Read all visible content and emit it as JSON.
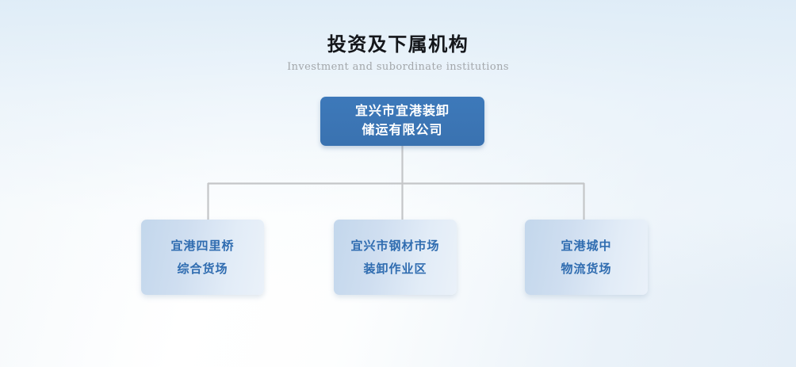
{
  "header": {
    "title": "投资及下属机构",
    "subtitle": "Investment and subordinate institutions"
  },
  "org_chart": {
    "root": {
      "id": "root",
      "line1": "宜兴市宜港装卸",
      "line2": "储运有限公司",
      "full_name": "宜兴市宜港装卸储运有限公司",
      "box_color": "#3a76b8",
      "text_color": "#ffffff"
    },
    "children": [
      {
        "id": "child-0",
        "line1": "宜港四里桥",
        "line2": "综合货场",
        "full_name": "宜港四里桥综合货场",
        "box_color": "#c7d9ec",
        "text_color": "#2f6cb0"
      },
      {
        "id": "child-1",
        "line1": "宜兴市钢材市场",
        "line2": "装卸作业区",
        "full_name": "宜兴市钢材市场装卸作业区",
        "box_color": "#c7d9ec",
        "text_color": "#2f6cb0"
      },
      {
        "id": "child-2",
        "line1": "宜港城中",
        "line2": "物流货场",
        "full_name": "宜港城中物流货场",
        "box_color": "#c7d9ec",
        "text_color": "#2f6cb0"
      }
    ],
    "connector_color": "#c4c6c8",
    "background_top_color": "#e4eef7",
    "background_bottom_color": "#ffffff"
  }
}
